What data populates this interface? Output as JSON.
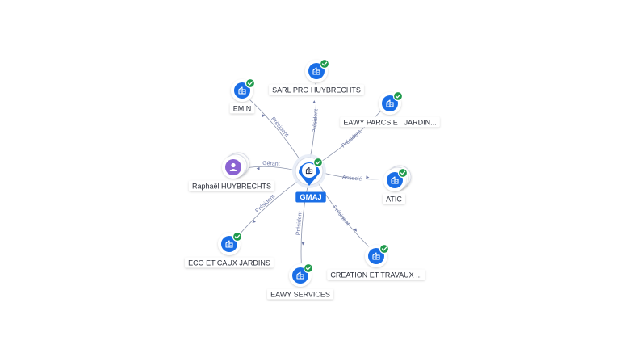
{
  "colors": {
    "edge": "#8d95ad",
    "edge_label": "#6f7aa8",
    "company": "#1a6ee6",
    "center": "#1a6ee6",
    "person": "#8a63d2",
    "check": "#1f9a4c",
    "label_bg": "#ffffff"
  },
  "center": {
    "label": "GMAJ",
    "icon": "building-icon"
  },
  "nodes": [
    {
      "id": "sarl",
      "label": "SARL PRO HUYBRECHTS",
      "type": "company",
      "verified": true,
      "edge_label": "Président"
    },
    {
      "id": "emin",
      "label": "EMIN",
      "type": "company",
      "verified": true,
      "edge_label": "Président"
    },
    {
      "id": "eawyparcs",
      "label": "EAWY PARCS ET JARDIN...",
      "type": "company",
      "verified": true,
      "edge_label": "Président"
    },
    {
      "id": "raphael",
      "label": "Raphaël HUYBRECHTS",
      "type": "person",
      "verified": false,
      "edge_label": "Gérant"
    },
    {
      "id": "atic",
      "label": "ATIC",
      "type": "company",
      "verified": true,
      "edge_label": "Associé"
    },
    {
      "id": "eco",
      "label": "ECO ET CAUX JARDINS",
      "type": "company",
      "verified": true,
      "edge_label": "Président"
    },
    {
      "id": "creation",
      "label": "CREATION ET TRAVAUX ...",
      "type": "company",
      "verified": true,
      "edge_label": "Président"
    },
    {
      "id": "eawyservices",
      "label": "EAWY SERVICES",
      "type": "company",
      "verified": true,
      "edge_label": "Président"
    }
  ]
}
